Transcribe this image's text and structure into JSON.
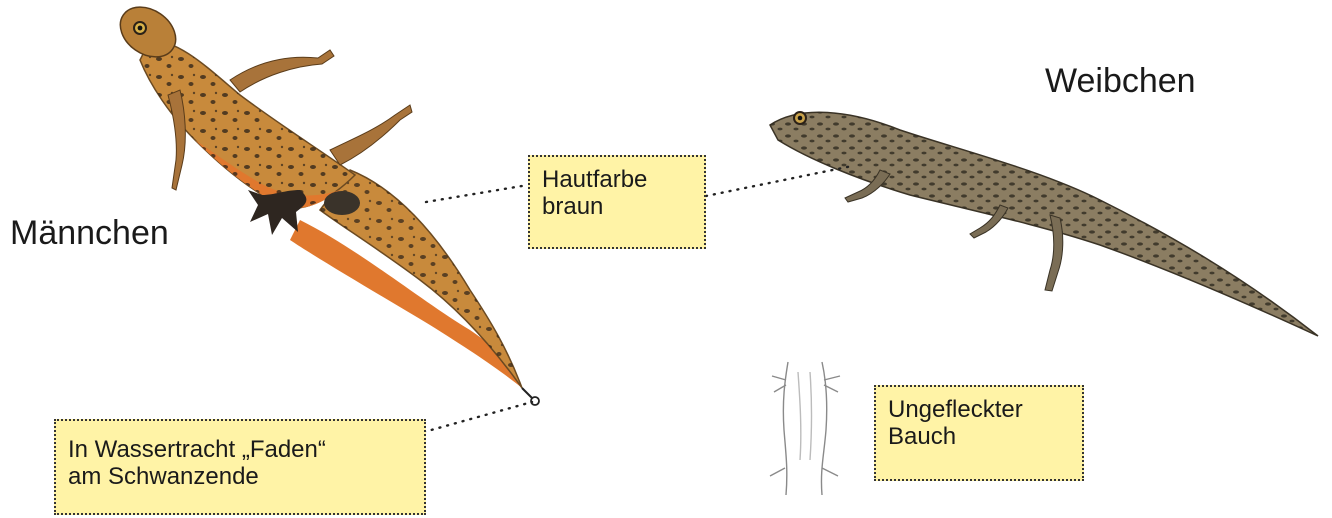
{
  "labels": {
    "male": "Männchen",
    "female": "Weibchen"
  },
  "notes": {
    "skin": {
      "line1": "Hautfarbe",
      "line2": "braun"
    },
    "thread": {
      "line1": "In Wassertracht „Faden“",
      "line2": "am Schwanzende"
    },
    "belly": {
      "line1": "Ungefleckter",
      "line2": "Bauch"
    }
  },
  "colors": {
    "note_fill": "#fff3a6",
    "male_body": "#c88a3c",
    "male_belly": "#e0782e",
    "female_body": "#8b7d62",
    "spots": "#2b2118"
  }
}
